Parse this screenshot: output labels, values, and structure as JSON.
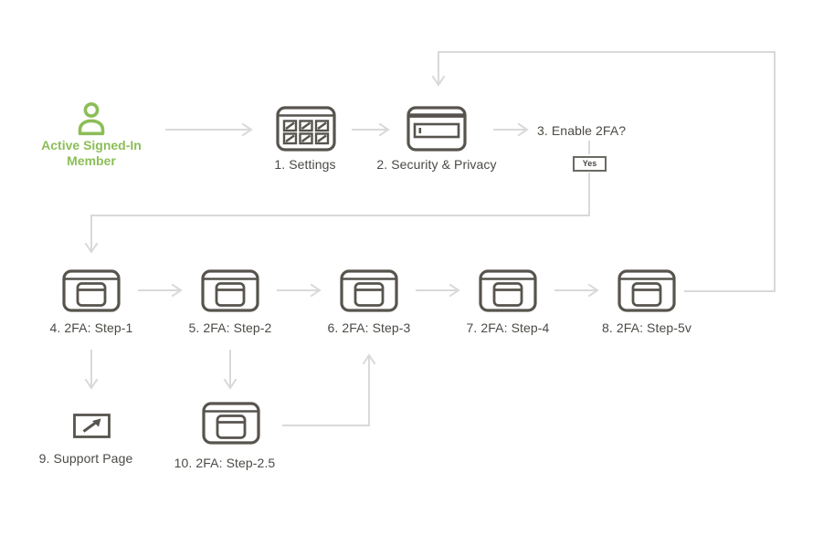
{
  "diagram_title": "2FA enablement flow",
  "palette": {
    "accent_green": "#8CBE58",
    "icon_dark": "#57544E",
    "label_text": "#4B4A45",
    "connector_gray": "#D9D9D9"
  },
  "nodes": {
    "actor": {
      "label": "Active Signed-In Member",
      "icon": "user-icon"
    },
    "settings": {
      "label": "1. Settings",
      "icon": "keypad-grid-icon"
    },
    "security": {
      "label": "2. Security & Privacy",
      "icon": "card-input-icon"
    },
    "enable_2fa": {
      "label": "3. Enable 2FA?"
    },
    "yes_badge": {
      "label": "Yes"
    },
    "step1": {
      "label": "4. 2FA: Step-1",
      "icon": "browser-window-icon"
    },
    "step2": {
      "label": "5. 2FA: Step-2",
      "icon": "browser-window-icon"
    },
    "step3": {
      "label": "6. 2FA: Step-3",
      "icon": "browser-window-icon"
    },
    "step4": {
      "label": "7. 2FA: Step-4",
      "icon": "browser-window-icon"
    },
    "step5v": {
      "label": "8. 2FA: Step-5v",
      "icon": "browser-window-icon"
    },
    "support": {
      "label": "9. Support Page",
      "icon": "external-link-icon"
    },
    "step25": {
      "label": "10. 2FA: Step-2.5",
      "icon": "browser-window-icon"
    }
  },
  "edges": [
    "actor -> settings",
    "settings -> security",
    "security -> enable_2fa",
    "enable_2fa -> yes_badge (dashed)",
    "yes_badge -> step1",
    "step1 -> step2",
    "step2 -> step3",
    "step3 -> step4",
    "step4 -> step5v",
    "step5v -> security (loop over top)",
    "step1 -> support",
    "step2 -> step25",
    "step25 -> step3"
  ]
}
